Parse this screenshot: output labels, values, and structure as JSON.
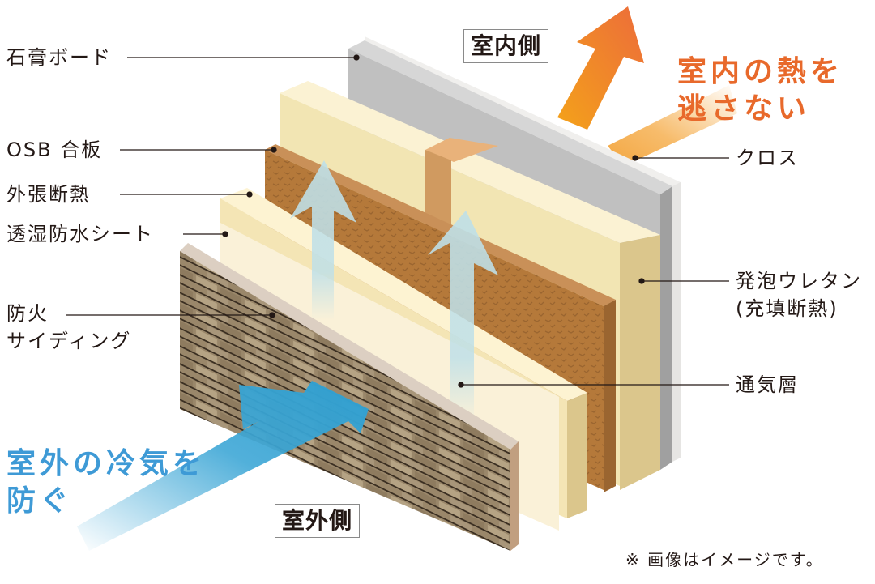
{
  "title": "外張断熱 + 充填断熱 壁構造図",
  "side_labels": {
    "indoor": "室内側",
    "outdoor": "室外側"
  },
  "headlines": {
    "indoor_heat": [
      "室内の熱を",
      "逃さない"
    ],
    "outdoor_cold": [
      "室外の冷気を",
      "防ぐ"
    ]
  },
  "layers": [
    {
      "id": "gypsum",
      "label": "石膏ボード",
      "color": "#c0c0c0"
    },
    {
      "id": "osb",
      "label": "OSB 合板",
      "color": "#b5793a"
    },
    {
      "id": "exterior-insulation",
      "label": "外張断熱",
      "color": "#f5e6b4"
    },
    {
      "id": "moisture-sheet",
      "label": "透湿防水シート",
      "color": "#faf1d8"
    },
    {
      "id": "siding",
      "label_lines": [
        "防火",
        "サイディング"
      ],
      "color": "#8c7a60"
    },
    {
      "id": "cloth",
      "label": "クロス",
      "color": "#f0efed"
    },
    {
      "id": "urethane",
      "label_lines": [
        "発泡ウレタン",
        "(充填断熱)"
      ],
      "color": "#dbc68c"
    },
    {
      "id": "air-layer",
      "label": "通気層",
      "color": "#fbf1cf"
    }
  ],
  "colors": {
    "heat_arrow": "#f08a24",
    "cold_arrow": "#3ea7d6",
    "air_arrow": "#bfe0e8",
    "headline_orange": "#e8692b",
    "headline_blue": "#3e9ad6"
  },
  "note": "※ 画像はイメージです。"
}
